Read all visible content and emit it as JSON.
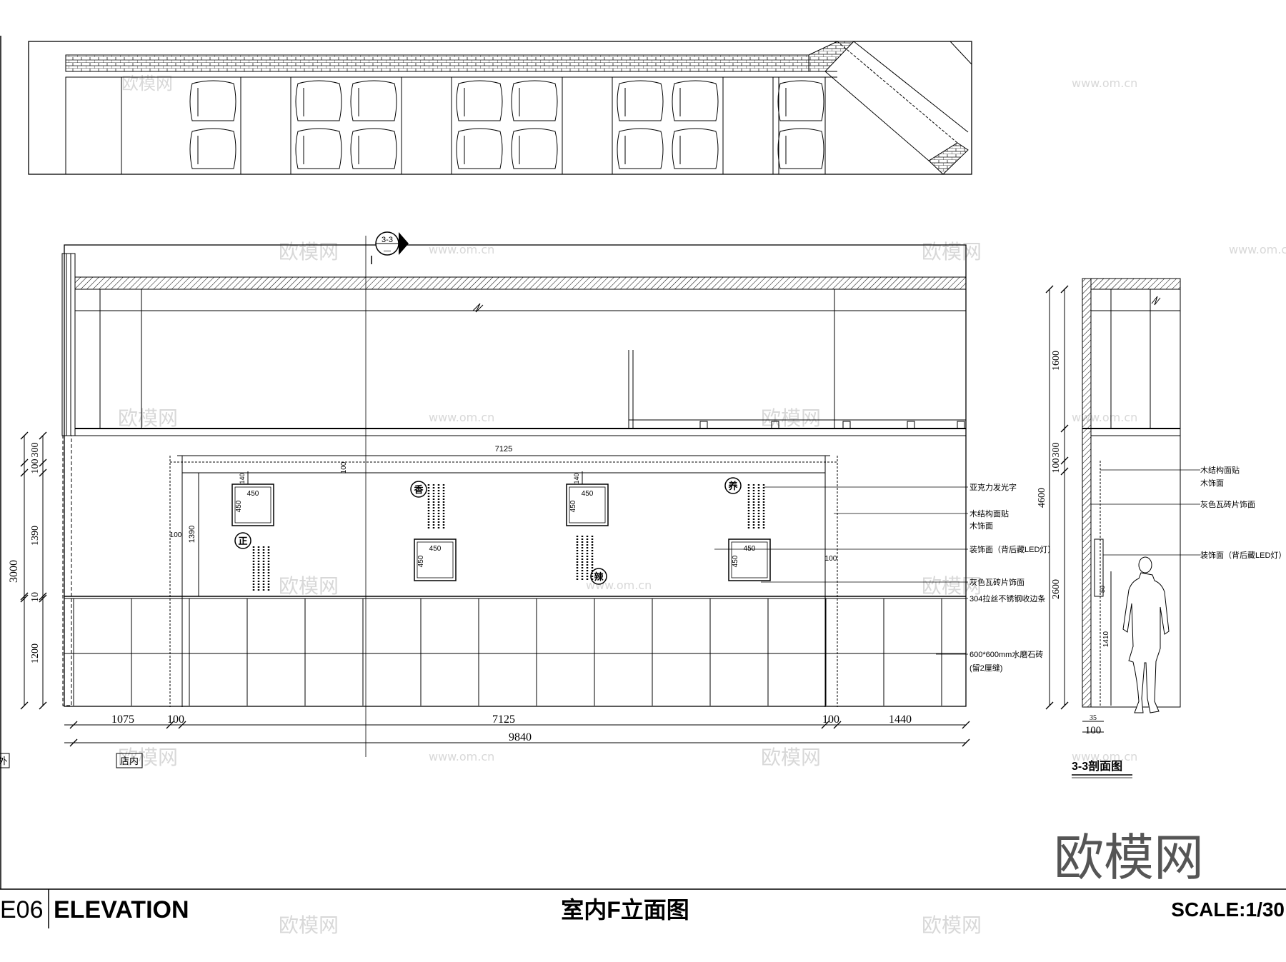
{
  "title_block": {
    "sheet_code": "E06",
    "sheet_type": "ELEVATION",
    "title": "室内F立面图",
    "scale": "SCALE:1/30"
  },
  "watermark": {
    "brand": "欧模网",
    "url": "www.om.cn"
  },
  "section_marker": {
    "label": "3-3",
    "sub": "—"
  },
  "elevation": {
    "left_dims": [
      "300",
      "100",
      "1390",
      "10",
      "1200"
    ],
    "total_height": "3000",
    "bottom_dims": [
      "1075",
      "100",
      "7125",
      "100",
      "1440"
    ],
    "overall_width": "9840",
    "panel_width": "7125",
    "panel_offset": "100",
    "panel_height": "1390",
    "side_offset": "100",
    "label_inside": "店内",
    "label_outside": "外"
  },
  "boxes": [
    {
      "char": "正",
      "w": "450",
      "h": "450",
      "gap": "140"
    },
    {
      "char": "香",
      "w": "450",
      "h": "450"
    },
    {
      "char": "辣",
      "w": "450",
      "h": "450",
      "gap": "140"
    },
    {
      "char": "养",
      "w": "450",
      "h": "450"
    }
  ],
  "callouts": [
    "亚克力发光字",
    "木结构面贴",
    "木饰面",
    "装饰面（背后藏LED灯）",
    "灰色瓦砖片饰面",
    "304拉丝不锈钢收边条",
    "600*600mm水磨石砖",
    "(留2厘缝)"
  ],
  "section": {
    "title": "3-3剖面图",
    "dims": [
      "1600",
      "300",
      "100",
      "4600",
      "2600"
    ],
    "bottom": [
      "35",
      "100"
    ],
    "figure_height": "1410",
    "small_dim": "50",
    "callouts": [
      "木结构面贴",
      "木饰面",
      "灰色瓦砖片饰面",
      "装饰面（背后藏LED灯）"
    ]
  }
}
